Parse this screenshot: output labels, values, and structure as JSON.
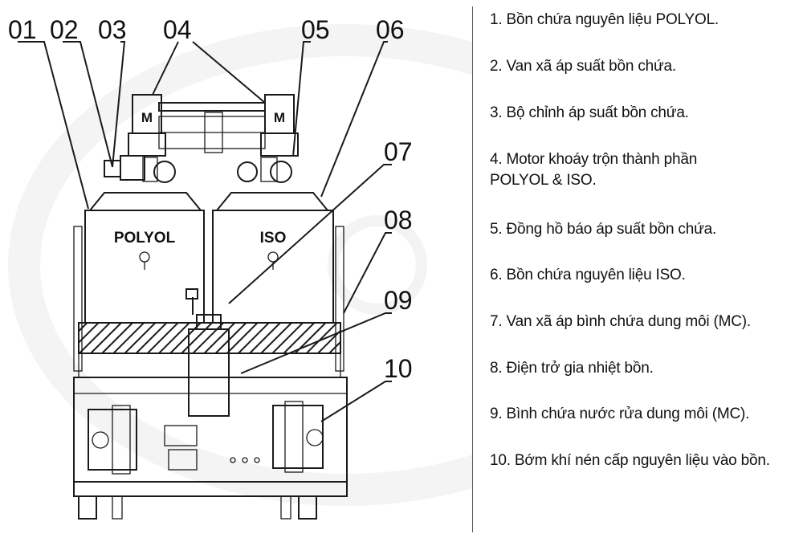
{
  "callouts": [
    "01",
    "02",
    "03",
    "04",
    "05",
    "06",
    "07",
    "08",
    "09",
    "10"
  ],
  "tank_labels": {
    "left": "POLYOL",
    "right": "ISO"
  },
  "motor_labels": [
    "M",
    "M"
  ],
  "legend": [
    "1. Bồn chứa nguyên liệu POLYOL.",
    "2. Van xã áp suất bồn chứa.",
    "3. Bộ chỉnh áp suất bồn chứa.",
    "4. Motor khoáy trộn thành phần POLYOL & ISO.",
    "5. Đồng hồ báo áp suất bồn chứa.",
    "6. Bồn chứa nguyên liệu ISO.",
    "7. Van xã áp bình chứa dung môi (MC).",
    "8. Điện trở gia nhiệt bồn.",
    "9. Bình chứa nước rửa dung môi (MC).",
    "10. Bớm khí nén cấp nguyên liệu vào bồn."
  ]
}
